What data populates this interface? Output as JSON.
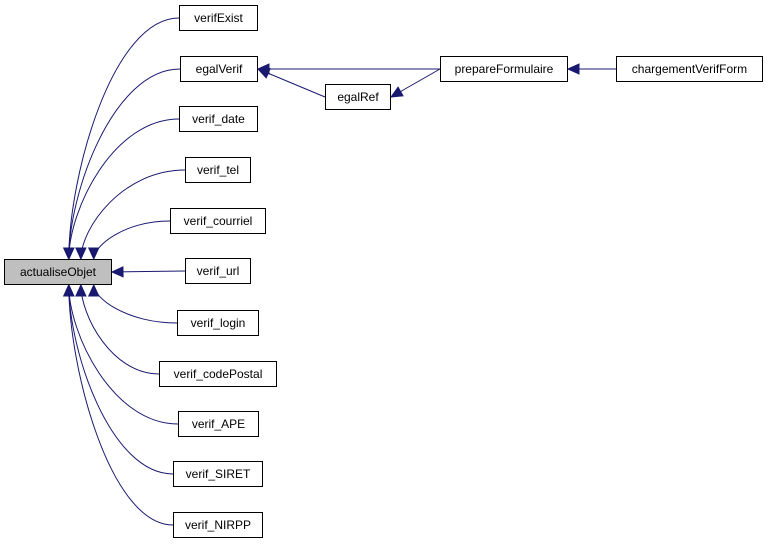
{
  "graph": {
    "edge_color": "#191970",
    "focus_color": "#bfbfbf",
    "nodes": [
      {
        "id": "actualiseObjet",
        "label": "actualiseObjet",
        "focus": true
      },
      {
        "id": "verifExist",
        "label": "verifExist"
      },
      {
        "id": "egalVerif",
        "label": "egalVerif"
      },
      {
        "id": "verif_date",
        "label": "verif_date"
      },
      {
        "id": "verif_tel",
        "label": "verif_tel"
      },
      {
        "id": "verif_courriel",
        "label": "verif_courriel"
      },
      {
        "id": "verif_url",
        "label": "verif_url"
      },
      {
        "id": "verif_login",
        "label": "verif_login"
      },
      {
        "id": "verif_codePostal",
        "label": "verif_codePostal"
      },
      {
        "id": "verif_APE",
        "label": "verif_APE"
      },
      {
        "id": "verif_SIRET",
        "label": "verif_SIRET"
      },
      {
        "id": "verif_NIRPP",
        "label": "verif_NIRPP"
      },
      {
        "id": "egalRef",
        "label": "egalRef"
      },
      {
        "id": "prepareFormulaire",
        "label": "prepareFormulaire"
      },
      {
        "id": "chargementVerifForm",
        "label": "chargementVerifForm"
      }
    ],
    "edges": [
      {
        "from": "verifExist",
        "to": "actualiseObjet"
      },
      {
        "from": "egalVerif",
        "to": "actualiseObjet"
      },
      {
        "from": "verif_date",
        "to": "actualiseObjet"
      },
      {
        "from": "verif_tel",
        "to": "actualiseObjet"
      },
      {
        "from": "verif_courriel",
        "to": "actualiseObjet"
      },
      {
        "from": "verif_url",
        "to": "actualiseObjet"
      },
      {
        "from": "verif_login",
        "to": "actualiseObjet"
      },
      {
        "from": "verif_codePostal",
        "to": "actualiseObjet"
      },
      {
        "from": "verif_APE",
        "to": "actualiseObjet"
      },
      {
        "from": "verif_SIRET",
        "to": "actualiseObjet"
      },
      {
        "from": "verif_NIRPP",
        "to": "actualiseObjet"
      },
      {
        "from": "prepareFormulaire",
        "to": "egalVerif"
      },
      {
        "from": "egalRef",
        "to": "egalVerif"
      },
      {
        "from": "prepareFormulaire",
        "to": "egalRef"
      },
      {
        "from": "chargementVerifForm",
        "to": "prepareFormulaire"
      }
    ]
  }
}
